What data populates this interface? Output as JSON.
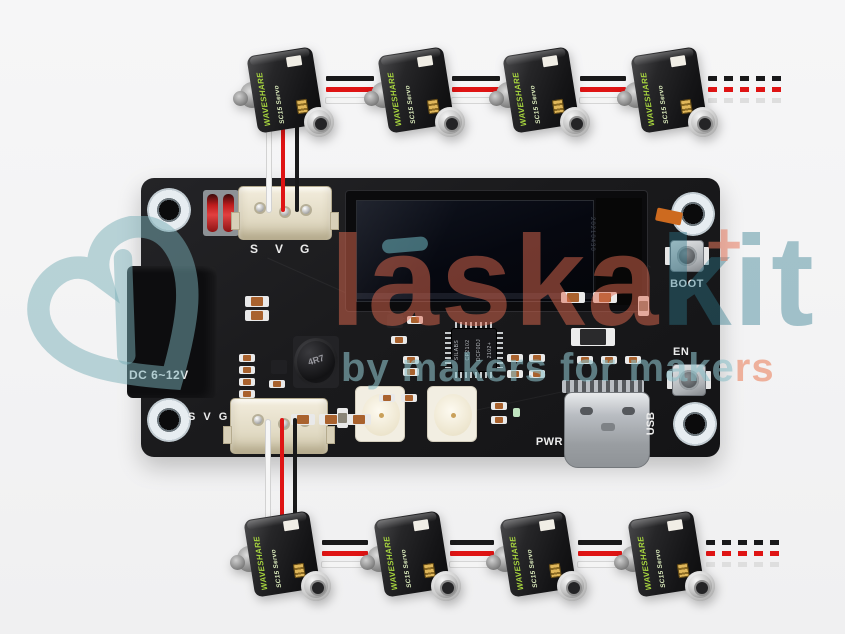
{
  "watermark": {
    "brand_red": "láska",
    "brand_teal": "kit",
    "plus": "+",
    "tagline_teal": "by makers for make",
    "tagline_salmon": "rs"
  },
  "board": {
    "servo_header_top": {
      "s": "S",
      "v": "V",
      "g": "G"
    },
    "servo_header_bottom": {
      "s": "S",
      "v": "V",
      "g": "G"
    },
    "dc_input_label": "DC 6~12V",
    "boot_button_label": "BOOT",
    "en_button_label": "EN",
    "pwr_label": "PWR",
    "usb_label": "USB",
    "inductor_marking": "4R7",
    "usb_chip_marking": [
      "SILABS",
      "CP2102",
      "DCF0DJ",
      "2102+"
    ],
    "oled_marking": "20210430"
  },
  "servo": {
    "brand": "WAVESHARE",
    "model": "SC15 Servo"
  },
  "colors": {
    "accent_salmon": "#e06a50",
    "accent_teal": "#2e7a8c",
    "wire_red": "#df1414",
    "wire_black": "#19191a",
    "wire_white": "#f6f6f6",
    "servo_brand_green": "#a6d43f",
    "pcb_black": "#1a1a1c"
  }
}
